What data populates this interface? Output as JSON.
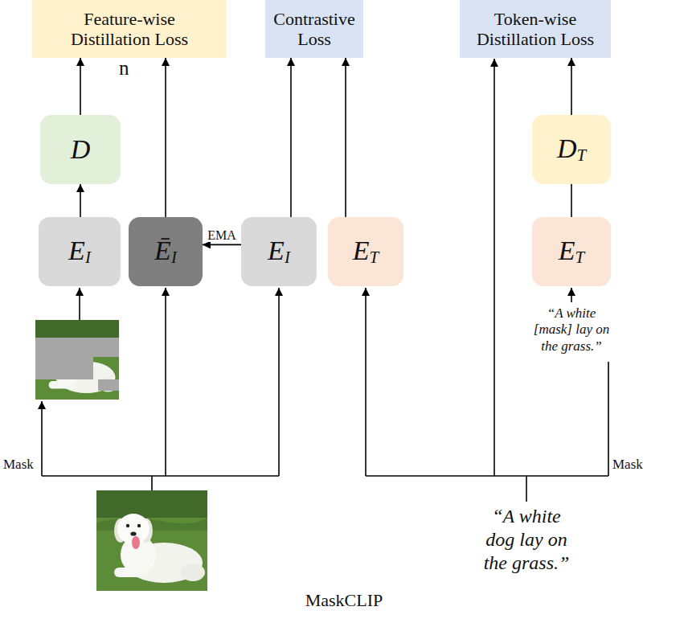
{
  "diagram": {
    "caption": "MaskCLIP",
    "nodes": [
      {
        "text": [
          "Feature-wise Distillation Loss"
        ]
      },
      {
        "text": [
          "Contrastive Loss"
        ]
      },
      {
        "text": [
          "Token-wise Distillation Loss"
        ]
      },
      {
        "text": [
          "D"
        ]
      },
      {
        "text": [
          "D",
          "T"
        ]
      },
      {
        "text": [
          "E",
          "I"
        ]
      },
      {
        "text": [
          "Ē",
          "I"
        ]
      },
      {
        "text": [
          "E",
          "I"
        ]
      },
      {
        "text": [
          "E",
          "T"
        ]
      },
      {
        "text": [
          "E",
          "T"
        ]
      }
    ],
    "edges": [
      {
        "from": 5,
        "to": 3,
        "arrow": "to"
      },
      {
        "from": 3,
        "to": 0,
        "arrow": "to"
      },
      {
        "from": 6,
        "to": 0,
        "arrow": "to"
      },
      {
        "from": 7,
        "to": 6,
        "arrow": "to",
        "label": "EMA"
      },
      {
        "from": 7,
        "to": 1,
        "arrow": "to"
      },
      {
        "from": 8,
        "to": 1,
        "arrow": "to"
      },
      {
        "from": 9,
        "to": 4,
        "arrow": "none"
      },
      {
        "from": 4,
        "to": 2,
        "arrow": "to"
      }
    ],
    "labels": [
      "n",
      "Mask",
      "Mask",
      "“A white [mask] lay on the grass.”",
      "“A white dog lay on the grass.”"
    ]
  }
}
